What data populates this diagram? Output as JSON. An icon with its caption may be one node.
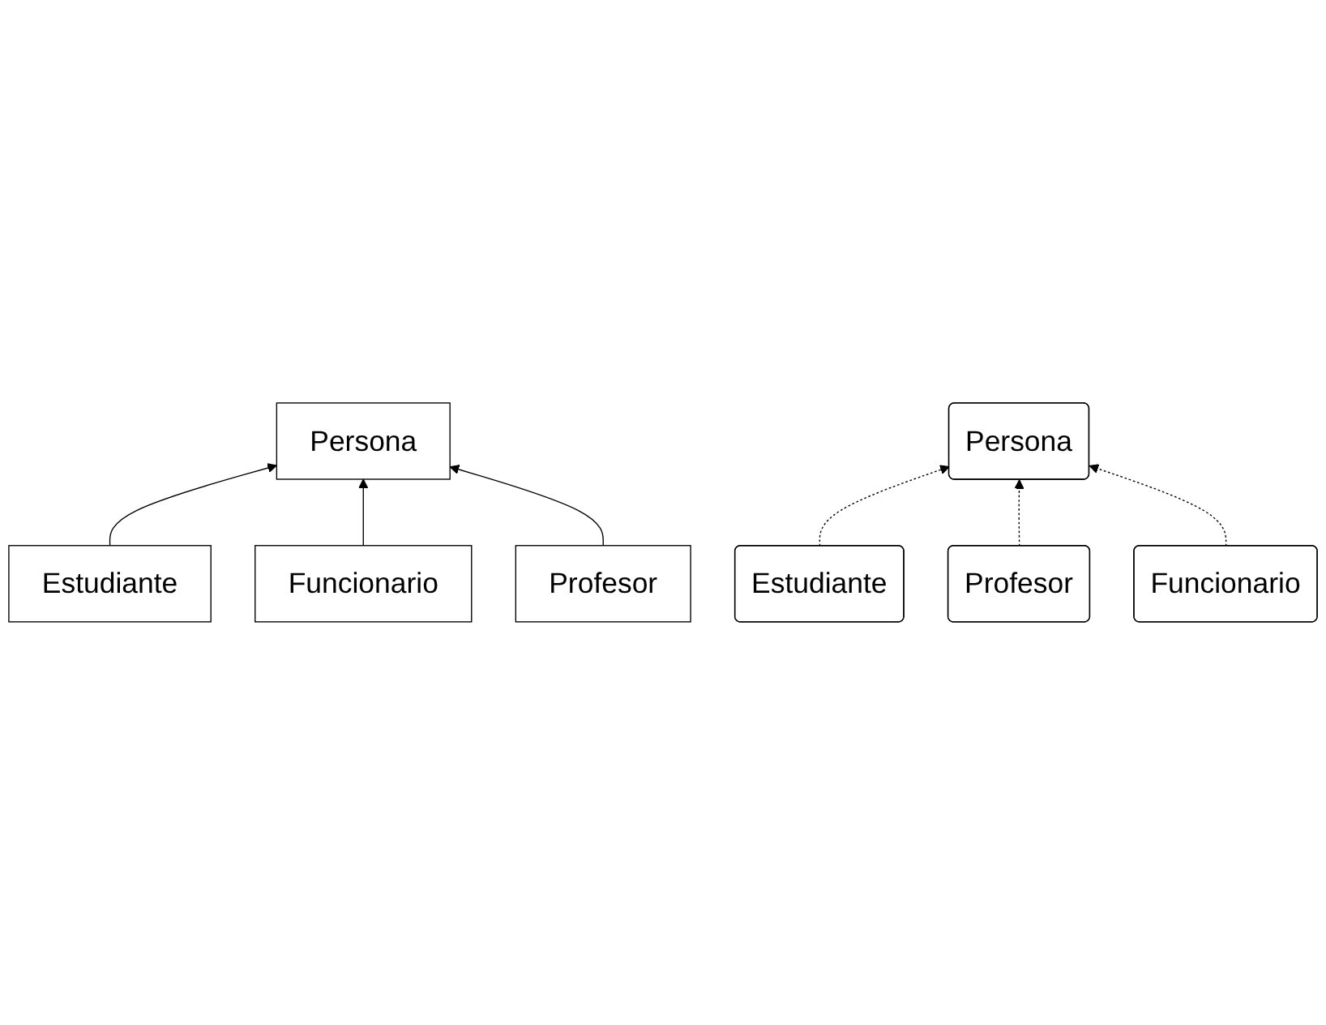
{
  "diagram": {
    "nodes": [
      {
        "text": [
          "Persona"
        ]
      },
      {
        "text": [
          "Estudiante"
        ]
      },
      {
        "text": [
          "Funcionario"
        ]
      },
      {
        "text": [
          "Profesor"
        ]
      },
      {
        "text": [
          "Estudiante"
        ]
      },
      {
        "text": [
          "Persona"
        ]
      },
      {
        "text": [
          "Profesor"
        ]
      },
      {
        "text": [
          "Funcionario"
        ]
      }
    ],
    "edges": [
      {
        "from": 1,
        "to": 0,
        "arrow": "to"
      },
      {
        "from": 2,
        "to": 0,
        "arrow": "to"
      },
      {
        "from": 3,
        "to": 0,
        "arrow": "to"
      },
      {
        "from": 4,
        "to": 5,
        "arrow": "to",
        "style": "dashed"
      },
      {
        "from": 6,
        "to": 5,
        "arrow": "to",
        "style": "dashed"
      },
      {
        "from": 7,
        "to": 5,
        "arrow": "to",
        "style": "dashed"
      }
    ]
  }
}
